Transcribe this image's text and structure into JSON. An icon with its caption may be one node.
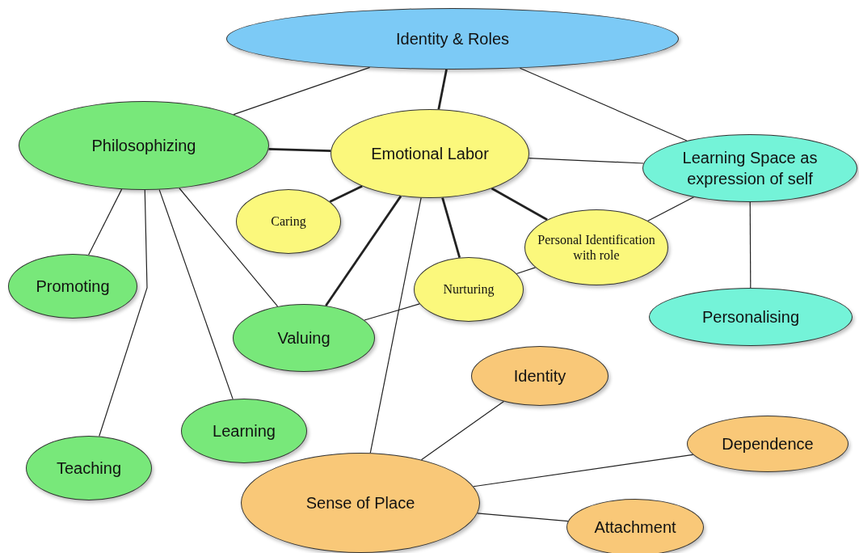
{
  "diagram": {
    "nodes": [
      {
        "text": [
          "Identity & Roles"
        ]
      },
      {
        "text": [
          "Philosophizing"
        ]
      },
      {
        "text": [
          "Emotional Labor"
        ]
      },
      {
        "text": [
          "Learning Space as expression of self"
        ]
      },
      {
        "text": [
          "Caring"
        ]
      },
      {
        "text": [
          "Personal Identification with role"
        ]
      },
      {
        "text": [
          "Promoting"
        ]
      },
      {
        "text": [
          "Nurturing"
        ]
      },
      {
        "text": [
          "Personalising"
        ]
      },
      {
        "text": [
          "Valuing"
        ]
      },
      {
        "text": [
          "Identity"
        ]
      },
      {
        "text": [
          "Learning"
        ]
      },
      {
        "text": [
          "Dependence"
        ]
      },
      {
        "text": [
          "Teaching"
        ]
      },
      {
        "text": [
          "Sense of Place"
        ]
      },
      {
        "text": [
          "Attachment"
        ]
      }
    ],
    "edges": [
      {
        "from": 0,
        "to": 1,
        "arrow": "none"
      },
      {
        "from": 0,
        "to": 2,
        "arrow": "none",
        "style": "thick"
      },
      {
        "from": 0,
        "to": 3,
        "arrow": "none"
      },
      {
        "from": 1,
        "to": 2,
        "arrow": "none",
        "style": "thick"
      },
      {
        "from": 2,
        "to": 3,
        "arrow": "none"
      },
      {
        "from": 2,
        "to": 4,
        "arrow": "none",
        "style": "thick"
      },
      {
        "from": 2,
        "to": 5,
        "arrow": "none",
        "style": "thick"
      },
      {
        "from": 2,
        "to": 7,
        "arrow": "none",
        "style": "thick"
      },
      {
        "from": 2,
        "to": 9,
        "arrow": "none",
        "style": "thick"
      },
      {
        "from": 2,
        "to": 14,
        "arrow": "none"
      },
      {
        "from": 3,
        "to": 5,
        "arrow": "none"
      },
      {
        "from": 3,
        "to": 8,
        "arrow": "none"
      },
      {
        "from": 5,
        "to": 7,
        "arrow": "none"
      },
      {
        "from": 7,
        "to": 9,
        "arrow": "none"
      },
      {
        "from": 1,
        "to": 6,
        "arrow": "none"
      },
      {
        "from": 1,
        "to": 13,
        "arrow": "none"
      },
      {
        "from": 1,
        "to": 11,
        "arrow": "none"
      },
      {
        "from": 1,
        "to": 9,
        "arrow": "none"
      },
      {
        "from": 14,
        "to": 10,
        "arrow": "none"
      },
      {
        "from": 14,
        "to": 12,
        "arrow": "none"
      },
      {
        "from": 14,
        "to": 15,
        "arrow": "none"
      }
    ]
  }
}
